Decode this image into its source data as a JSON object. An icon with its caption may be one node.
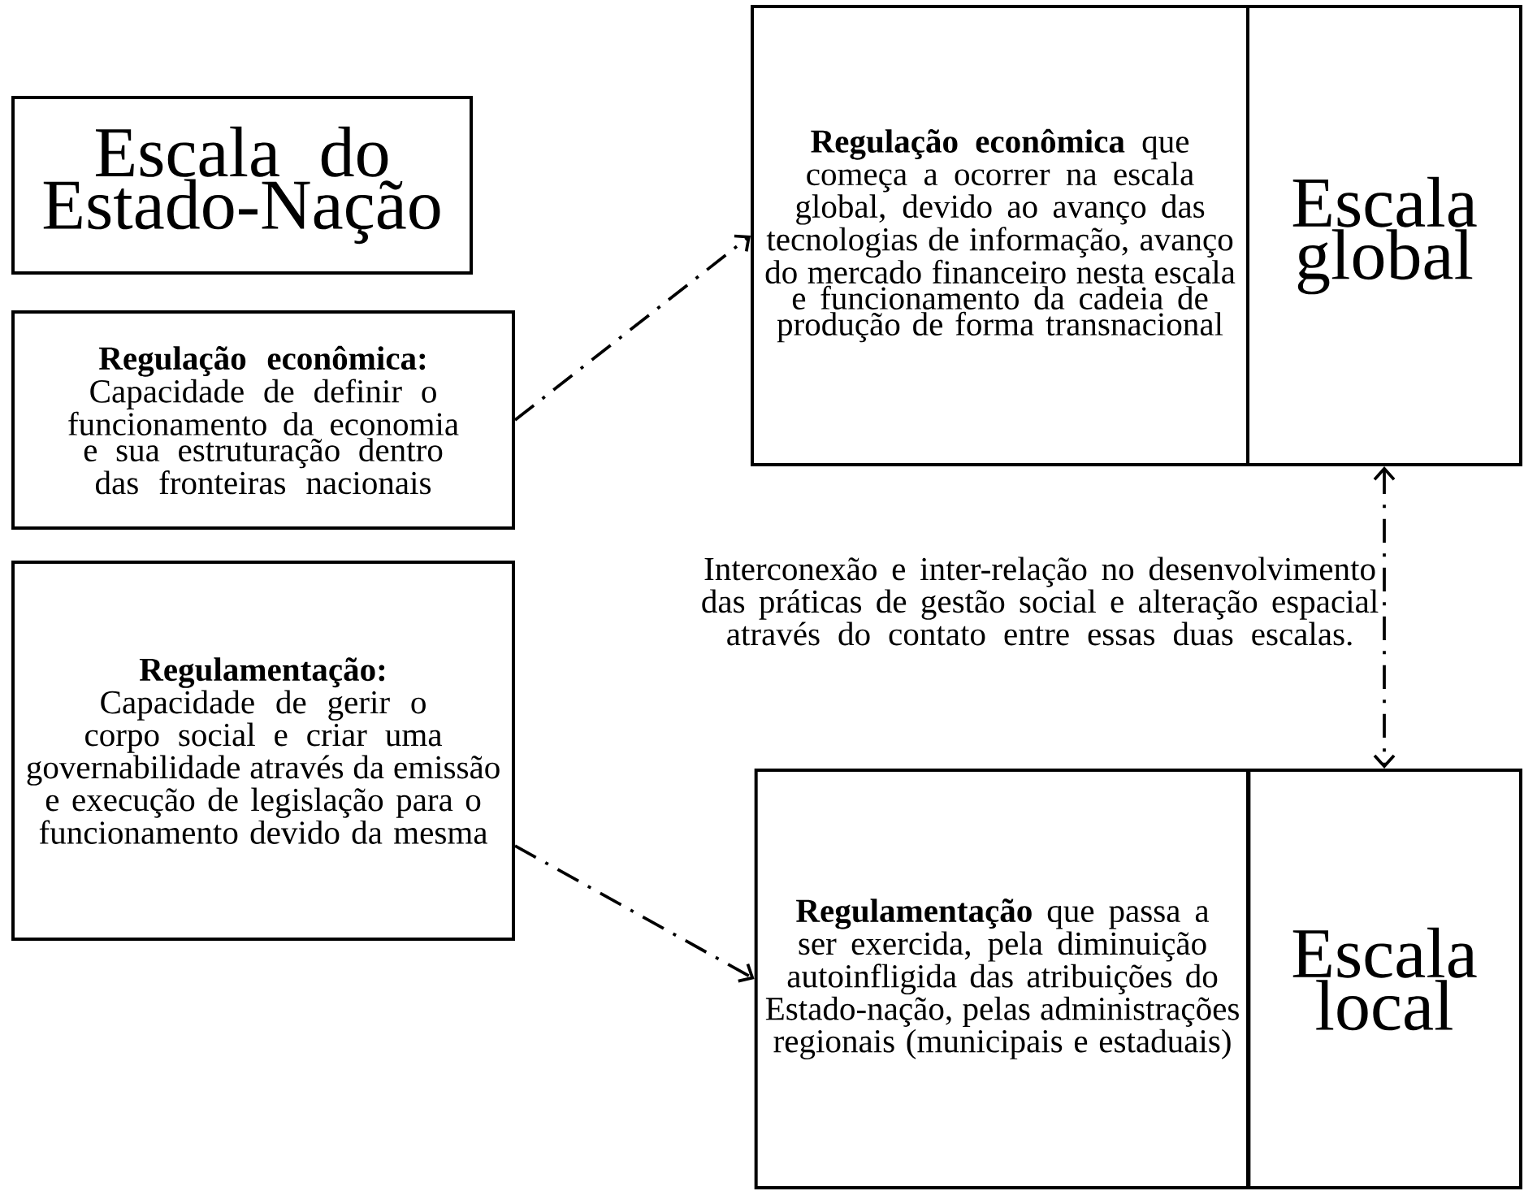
{
  "diagram": {
    "nodes": [
      {
        "text": [
          "Escala do Estado-Nação"
        ]
      },
      {
        "text": [
          "Regulação econômica:",
          "Capacidade de definir o funcionamento da economia e sua estruturação dentro das fronteiras nacionais"
        ]
      },
      {
        "text": [
          "Regulamentação:",
          "Capacidade de gerir o corpo social e criar uma governabilidade através da emissão e execução de legislação para o funcionamento devido da mesma"
        ]
      },
      {
        "text": [
          "**Regulação econômica** que começa a ocorrer na escala global, devido ao avanço das tecnologias de informação, avanço do mercado financeiro nesta escala e funcionamento da cadeia de produção de forma transnacional"
        ]
      },
      {
        "text": [
          "Escala global"
        ]
      },
      {
        "text": [
          "**Regulamentação** que passa a ser exercida, pela diminuição autoinfligida das atribuições do Estado-nação, pelas administrações regionais (municipais e estaduais)"
        ]
      },
      {
        "text": [
          "Escala local"
        ]
      }
    ],
    "edges": [
      {
        "from": 1,
        "to": 3,
        "arrow": "to"
      },
      {
        "from": 2,
        "to": 5,
        "arrow": "to"
      },
      {
        "from": 4,
        "to": 6,
        "arrow": "both"
      }
    ],
    "labels": [
      "Interconexão e inter-relação no desenvolvimento das práticas de gestão social e alteração espacial através do contato entre essas duas escalas."
    ]
  }
}
